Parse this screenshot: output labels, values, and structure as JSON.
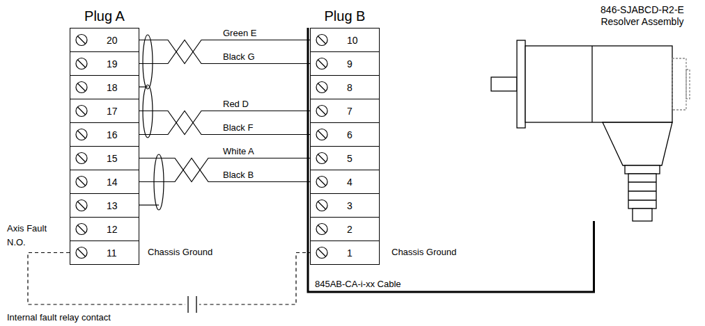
{
  "diagram": {
    "nodes": [
      {
        "text": [
          "Plug A"
        ]
      },
      {
        "text": [
          "20"
        ],
        "in": 0
      },
      {
        "text": [
          "19"
        ],
        "in": 0
      },
      {
        "text": [
          "18"
        ],
        "in": 0
      },
      {
        "text": [
          "17"
        ],
        "in": 0
      },
      {
        "text": [
          "16"
        ],
        "in": 0
      },
      {
        "text": [
          "15"
        ],
        "in": 0
      },
      {
        "text": [
          "14"
        ],
        "in": 0
      },
      {
        "text": [
          "13"
        ],
        "in": 0
      },
      {
        "text": [
          "12"
        ],
        "in": 0
      },
      {
        "text": [
          "11"
        ],
        "in": 0
      },
      {
        "text": [
          "Plug B"
        ]
      },
      {
        "text": [
          "10"
        ],
        "in": 11
      },
      {
        "text": [
          "9"
        ],
        "in": 11
      },
      {
        "text": [
          "8"
        ],
        "in": 11
      },
      {
        "text": [
          "7"
        ],
        "in": 11
      },
      {
        "text": [
          "6"
        ],
        "in": 11
      },
      {
        "text": [
          "5"
        ],
        "in": 11
      },
      {
        "text": [
          "4"
        ],
        "in": 11
      },
      {
        "text": [
          "3"
        ],
        "in": 11
      },
      {
        "text": [
          "2"
        ],
        "in": 11
      },
      {
        "text": [
          "1"
        ],
        "in": 11
      },
      {
        "text": [
          "846-SJABCD-R2-E Resolver Assembly"
        ]
      }
    ],
    "edges": [
      {
        "from": 1,
        "to": 12,
        "arrow": "none",
        "label": "Green E"
      },
      {
        "from": 2,
        "to": 13,
        "arrow": "none",
        "label": "Black G"
      },
      {
        "from": 4,
        "to": 15,
        "arrow": "none",
        "label": "Red D"
      },
      {
        "from": 5,
        "to": 16,
        "arrow": "none",
        "label": "Black F"
      },
      {
        "from": 6,
        "to": 17,
        "arrow": "none",
        "label": "White A"
      },
      {
        "from": 7,
        "to": 18,
        "arrow": "none",
        "label": "Black B"
      },
      {
        "from": 11,
        "to": 22,
        "arrow": "none",
        "label": "845AB-CA-i-xx Cable"
      },
      {
        "from": 10,
        "to": 21,
        "arrow": "none"
      }
    ],
    "labels": [
      "Axis Fault",
      "N.O.",
      "Chassis Ground",
      "Chassis Ground",
      "Internal fault relay contact"
    ]
  }
}
